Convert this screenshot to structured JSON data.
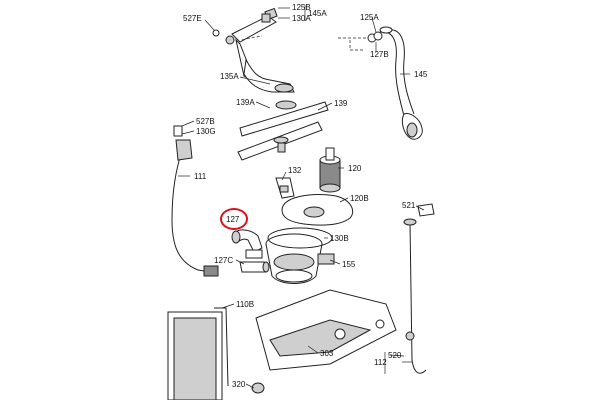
{
  "diagram": {
    "labels": [
      {
        "id": "527e",
        "text": "527E"
      },
      {
        "id": "125b",
        "text": "125B"
      },
      {
        "id": "130a",
        "text": "130A"
      },
      {
        "id": "145a",
        "text": "145A"
      },
      {
        "id": "125a",
        "text": "125A"
      },
      {
        "id": "127b",
        "text": "127B"
      },
      {
        "id": "145",
        "text": "145"
      },
      {
        "id": "135a",
        "text": "135A"
      },
      {
        "id": "139a",
        "text": "139A"
      },
      {
        "id": "139",
        "text": "139"
      },
      {
        "id": "527b",
        "text": "527B"
      },
      {
        "id": "130g",
        "text": "130G"
      },
      {
        "id": "120",
        "text": "120"
      },
      {
        "id": "111",
        "text": "111"
      },
      {
        "id": "132",
        "text": "132"
      },
      {
        "id": "120b",
        "text": "120B"
      },
      {
        "id": "127",
        "text": "127"
      },
      {
        "id": "130b",
        "text": "130B"
      },
      {
        "id": "521",
        "text": "521"
      },
      {
        "id": "127c",
        "text": "127C"
      },
      {
        "id": "155",
        "text": "155"
      },
      {
        "id": "110b",
        "text": "110B"
      },
      {
        "id": "303",
        "text": "303"
      },
      {
        "id": "520",
        "text": "520"
      },
      {
        "id": "112",
        "text": "112"
      },
      {
        "id": "320",
        "text": "320"
      }
    ],
    "highlighted_part": "127",
    "highlight_color": "#d8121b"
  }
}
